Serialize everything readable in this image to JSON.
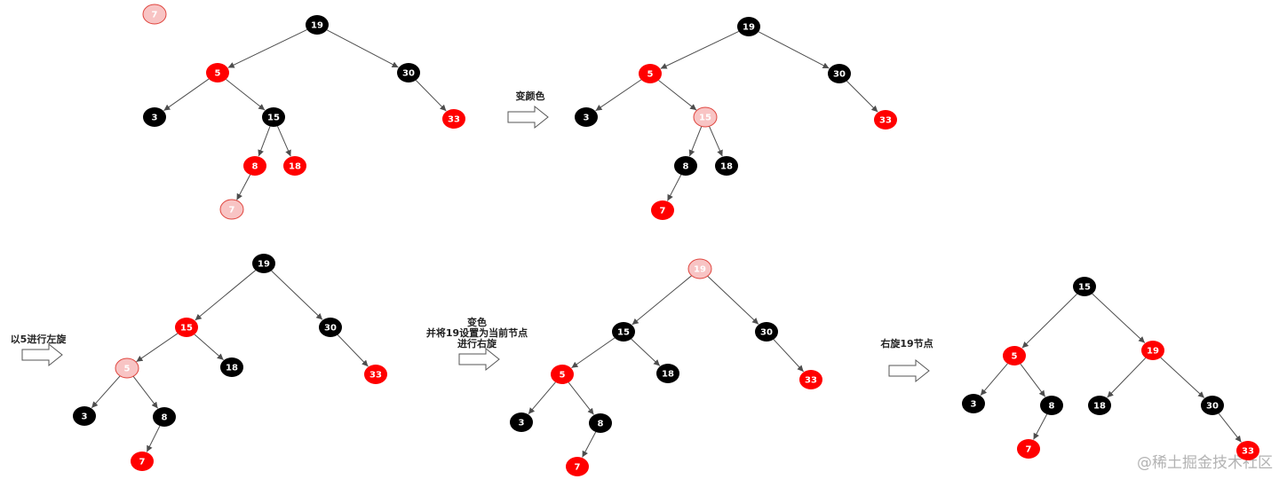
{
  "colors": {
    "black": "#000000",
    "red": "#ff0000",
    "pink": "#f8c4c4",
    "pink_outline": "#e0463f",
    "node_text": "#ffffff",
    "edge": "#4d4d4d"
  },
  "inserted_node": {
    "label": "7",
    "color": "pink"
  },
  "steps": {
    "recolor": "变颜色",
    "rotate_left_5": "以5进行左旋",
    "recolor_and_rotate": [
      "变色",
      "并将19设置为当前节点",
      "进行右旋"
    ],
    "rotate_right_19": "右旋19节点"
  },
  "trees": [
    {
      "nodes": [
        {
          "label": "19",
          "color": "black"
        },
        {
          "label": "5",
          "color": "red"
        },
        {
          "label": "30",
          "color": "black"
        },
        {
          "label": "3",
          "color": "black"
        },
        {
          "label": "15",
          "color": "black"
        },
        {
          "label": "33",
          "color": "red"
        },
        {
          "label": "8",
          "color": "red"
        },
        {
          "label": "18",
          "color": "red"
        },
        {
          "label": "7",
          "color": "pink"
        }
      ],
      "edges": [
        [
          0,
          1
        ],
        [
          0,
          2
        ],
        [
          1,
          3
        ],
        [
          1,
          4
        ],
        [
          2,
          5
        ],
        [
          4,
          6
        ],
        [
          4,
          7
        ],
        [
          6,
          8
        ]
      ]
    },
    {
      "nodes": [
        {
          "label": "19",
          "color": "black"
        },
        {
          "label": "5",
          "color": "red"
        },
        {
          "label": "30",
          "color": "black"
        },
        {
          "label": "3",
          "color": "black"
        },
        {
          "label": "15",
          "color": "pink"
        },
        {
          "label": "33",
          "color": "red"
        },
        {
          "label": "8",
          "color": "black"
        },
        {
          "label": "18",
          "color": "black"
        },
        {
          "label": "7",
          "color": "red"
        }
      ],
      "edges": [
        [
          0,
          1
        ],
        [
          0,
          2
        ],
        [
          1,
          3
        ],
        [
          1,
          4
        ],
        [
          2,
          5
        ],
        [
          4,
          6
        ],
        [
          4,
          7
        ],
        [
          6,
          8
        ]
      ]
    },
    {
      "nodes": [
        {
          "label": "19",
          "color": "black"
        },
        {
          "label": "15",
          "color": "red"
        },
        {
          "label": "30",
          "color": "black"
        },
        {
          "label": "5",
          "color": "pink"
        },
        {
          "label": "18",
          "color": "black"
        },
        {
          "label": "33",
          "color": "red"
        },
        {
          "label": "3",
          "color": "black"
        },
        {
          "label": "8",
          "color": "black"
        },
        {
          "label": "7",
          "color": "red"
        }
      ],
      "edges": [
        [
          0,
          1
        ],
        [
          0,
          2
        ],
        [
          1,
          3
        ],
        [
          1,
          4
        ],
        [
          2,
          5
        ],
        [
          3,
          6
        ],
        [
          3,
          7
        ],
        [
          7,
          8
        ]
      ]
    },
    {
      "nodes": [
        {
          "label": "19",
          "color": "pink"
        },
        {
          "label": "15",
          "color": "black"
        },
        {
          "label": "30",
          "color": "black"
        },
        {
          "label": "5",
          "color": "red"
        },
        {
          "label": "18",
          "color": "black"
        },
        {
          "label": "33",
          "color": "red"
        },
        {
          "label": "3",
          "color": "black"
        },
        {
          "label": "8",
          "color": "black"
        },
        {
          "label": "7",
          "color": "red"
        }
      ],
      "edges": [
        [
          0,
          1
        ],
        [
          0,
          2
        ],
        [
          1,
          3
        ],
        [
          1,
          4
        ],
        [
          2,
          5
        ],
        [
          3,
          6
        ],
        [
          3,
          7
        ],
        [
          7,
          8
        ]
      ]
    },
    {
      "nodes": [
        {
          "label": "15",
          "color": "black"
        },
        {
          "label": "5",
          "color": "red"
        },
        {
          "label": "19",
          "color": "red"
        },
        {
          "label": "3",
          "color": "black"
        },
        {
          "label": "8",
          "color": "black"
        },
        {
          "label": "18",
          "color": "black"
        },
        {
          "label": "30",
          "color": "black"
        },
        {
          "label": "7",
          "color": "red"
        },
        {
          "label": "33",
          "color": "red"
        }
      ],
      "edges": [
        [
          0,
          1
        ],
        [
          0,
          2
        ],
        [
          1,
          3
        ],
        [
          1,
          4
        ],
        [
          2,
          5
        ],
        [
          2,
          6
        ],
        [
          4,
          7
        ],
        [
          6,
          8
        ]
      ]
    }
  ],
  "watermark": "@稀土掘金技术社区"
}
